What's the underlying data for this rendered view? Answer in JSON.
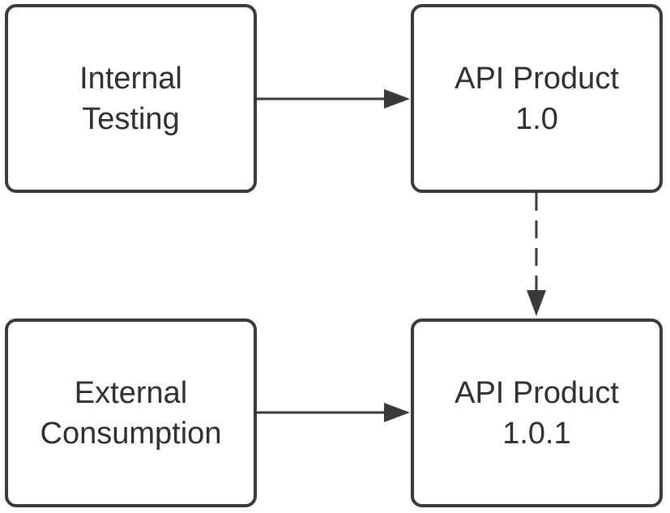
{
  "diagram": {
    "nodes": {
      "internal_testing": {
        "label": "Internal\nTesting"
      },
      "api_product_10": {
        "label": "API Product\n1.0"
      },
      "external_consumption": {
        "label": "External\nConsumption"
      },
      "api_product_101": {
        "label": "API Product\n1.0.1"
      }
    },
    "edges": [
      {
        "from": "internal_testing",
        "to": "api_product_10",
        "style": "solid"
      },
      {
        "from": "api_product_10",
        "to": "api_product_101",
        "style": "dashed"
      },
      {
        "from": "external_consumption",
        "to": "api_product_101",
        "style": "solid"
      }
    ],
    "colors": {
      "stroke": "#3a3a3a",
      "text": "#2f2f2f",
      "background": "#ffffff"
    }
  }
}
